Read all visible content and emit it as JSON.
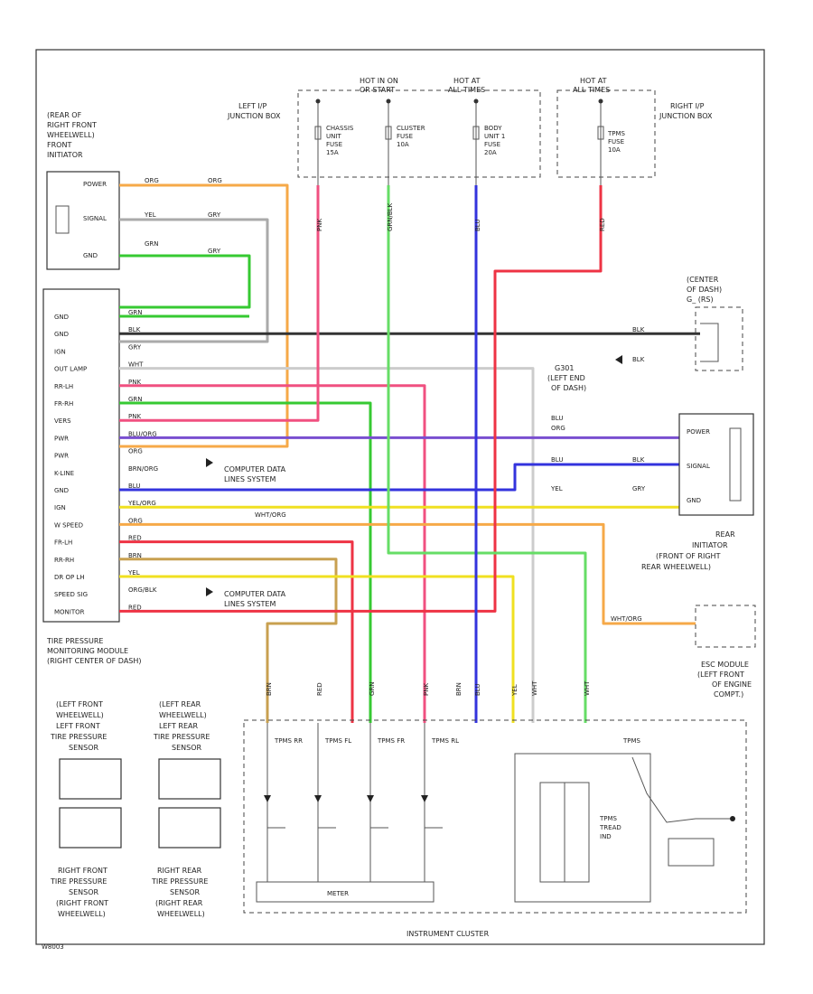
{
  "colors": {
    "ORG": "#f6a948",
    "YEL": "#f0e020",
    "GRN": "#36c932",
    "GRY": "#aaaaaa",
    "BLK": "#333333",
    "PNK": "#f05080",
    "BLU": "#3333dd",
    "VIOLET": "#7a4fd0",
    "TAN": "#c8a050",
    "RED": "#ee3344",
    "LTGRN": "#66dd66",
    "WHT": "#cccccc"
  },
  "labels": {
    "hot_run_1": "HOT IN ON",
    "hot_run_2": "OR START",
    "hot_at_1": "HOT AT",
    "hot_at_2": "ALL TIMES",
    "hot_at_r1": "HOT AT",
    "hot_at_r2": "ALL TIMES",
    "left_jb_1": "LEFT I/P",
    "left_jb_2": "JUNCTION BOX",
    "right_jb_1": "RIGHT I/P",
    "right_jb_2": "JUNCTION BOX",
    "fuse1_a": "CHASSIS",
    "fuse1_b": "UNIT",
    "fuse1_c": "FUSE",
    "fuse1_d": "15A",
    "fuse2_a": "CLUSTER",
    "fuse2_b": "FUSE",
    "fuse2_c": "10A",
    "fuse3_a": "BODY",
    "fuse3_b": "UNIT 1",
    "fuse3_c": "FUSE",
    "fuse3_d": "20A",
    "fuse4_a": "TPMS",
    "fuse4_b": "FUSE",
    "fuse4_c": "10A",
    "front_init_1": "(REAR OF",
    "front_init_2": "RIGHT FRONT",
    "front_init_3": "WHEELWELL)",
    "front_init_4": "FRONT",
    "front_init_5": "INITIATOR",
    "center_g_1": "(CENTER",
    "center_g_2": "OF DASH)",
    "center_g_3": "G_ (RS)",
    "g301_1": "G301",
    "g301_2": "(LEFT END",
    "g301_3": "OF DASH)",
    "rear_init_1": "REAR",
    "rear_init_2": "INITIATOR",
    "rear_init_3": "(FRONT OF RIGHT",
    "rear_init_4": "REAR WHEELWELL)",
    "esc_1": "ESC MODULE",
    "esc_2": "(LEFT FRONT",
    "esc_3": "OF ENGINE",
    "esc_4": "COMPT.)",
    "module_1": "TIRE PRESSURE",
    "module_2": "MONITORING MODULE",
    "module_3": "(RIGHT CENTER OF DASH)",
    "computer_1a": "COMPUTER DATA",
    "computer_1b": "LINES SYSTEM",
    "computer_2a": "COMPUTER DATA",
    "computer_2b": "LINES SYSTEM",
    "lf_1": "(LEFT FRONT",
    "lf_2": "WHEELWELL)",
    "lf_3": "LEFT FRONT",
    "lf_4": "TIRE PRESSURE",
    "lf_5": "SENSOR",
    "lr_1": "(LEFT REAR",
    "lr_2": "WHEELWELL)",
    "lr_3": "LEFT REAR",
    "lr_4": "TIRE PRESSURE",
    "lr_5": "SENSOR",
    "rf_1": "RIGHT FRONT",
    "rf_2": "TIRE PRESSURE",
    "rf_3": "SENSOR",
    "rf_4": "(RIGHT FRONT",
    "rf_5": "WHEELWELL)",
    "rr_1": "RIGHT REAR",
    "rr_2": "TIRE PRESSURE",
    "rr_3": "SENSOR",
    "rr_4": "(RIGHT REAR",
    "rr_5": "WHEELWELL)",
    "cluster": "INSTRUMENT CLUSTER",
    "tpms_rr": "TPMS RR",
    "tpms_fl": "TPMS FL",
    "tpms_fr": "TPMS FR",
    "tpms_rl": "TPMS RL",
    "tpms_tread_1": "TPMS",
    "tpms_tread_2": "TREAD",
    "tpms_tread_3": "IND",
    "tpms_warn": "TPMS",
    "cluster_box": "METER",
    "front_pins": [
      "POWER",
      "SIGNAL",
      "GND"
    ],
    "rear_pins": [
      "POWER",
      "SIGNAL",
      "GND"
    ],
    "module_pins": [
      "GND",
      "GND",
      "IGN",
      "OUT LAMP",
      "RR-LH",
      "FR-RH",
      "VERS",
      "PWR",
      "PWR",
      "K-LINE",
      "GND",
      "IGN",
      "W SPEED",
      "FR-LH",
      "RR-RH",
      "DR OP LH",
      "SPEED SIG",
      "MONITOR"
    ],
    "wire_top": [
      "ORG",
      "YEL",
      "GRN"
    ],
    "wire_top_right": [
      "ORG",
      "GRY",
      "GRY"
    ],
    "wire_module": [
      "GRN",
      "BLK",
      "GRY",
      "WHT",
      "PNK",
      "GRN",
      "PNK",
      "BLU/ORG",
      "ORG",
      "BRN/ORG",
      "BLU",
      "YEL/ORG",
      "ORG",
      "RED",
      "BRN",
      "YEL",
      "ORG/BLK",
      "RED"
    ],
    "wire_mid": [
      "BLK",
      "BLK"
    ],
    "wire_rear": [
      "BLU",
      "BLU",
      "YEL"
    ],
    "wire_rear_b": [
      "ORG",
      "BLK",
      "GRY"
    ],
    "wire_esc": "WHT/ORG",
    "wire_esc_2": "WHT/ORG",
    "vert_top": [
      "PNK",
      "GRN/BLK",
      "BLU",
      "RED"
    ],
    "vert_bottom": [
      "BRN",
      "RED",
      "GRN",
      "PNK",
      "BRN",
      "BLU",
      "YEL",
      "WHT",
      "WHT"
    ],
    "code": "W8003"
  }
}
